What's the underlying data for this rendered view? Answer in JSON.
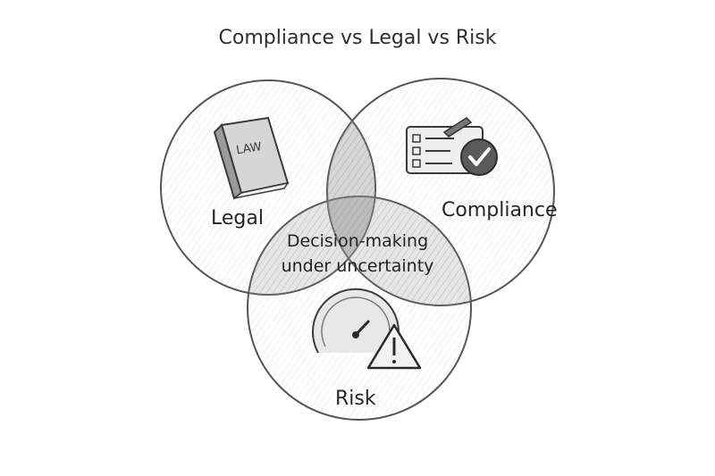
{
  "title": "Compliance vs Legal vs Risk",
  "sets": {
    "legal": {
      "label": "Legal",
      "icon": "law-book-icon",
      "icon_text": "LAW"
    },
    "compliance": {
      "label": "Compliance",
      "icon": "checklist-icon"
    },
    "risk": {
      "label": "Risk",
      "icon": "gauge-warning-icon"
    }
  },
  "intersection": {
    "line1": "Decision-making",
    "line2": "under uncertainty"
  },
  "colors": {
    "stroke": "#5a5a5a",
    "fill": "#bdbdbd",
    "text": "#262626"
  }
}
